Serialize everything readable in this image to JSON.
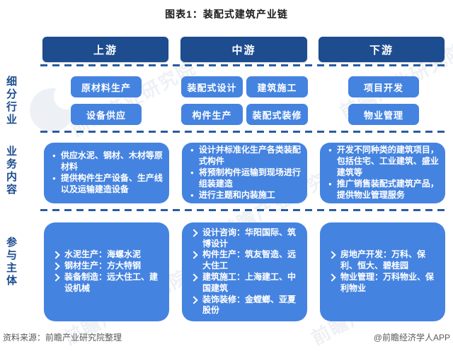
{
  "title": "图表1：装配式建筑产业链",
  "colors": {
    "header_blue": "#1d4c8f",
    "box_blue": "#4583e0",
    "dash_blue": "#2a5ba0",
    "label_blue": "#1d4c8f",
    "footer_gray": "#595959"
  },
  "columns": {
    "upstream": "上游",
    "midstream": "中游",
    "downstream": "下游"
  },
  "row_labels": {
    "segments": "细分行业",
    "business": "业务内容",
    "participants": "参与主体"
  },
  "segments": {
    "upstream": [
      "原材料生产",
      "设备供应"
    ],
    "midstream": [
      "装配式设计",
      "建筑施工",
      "构件生产",
      "装配式装修"
    ],
    "downstream": [
      "项目开发",
      "物业管理"
    ]
  },
  "business": {
    "upstream": [
      "供应水泥、钢材、木材等原材料",
      "提供构件生产设备、生产线以及运输建造设备"
    ],
    "midstream": [
      "设计并标准化生产各类装配式构件",
      "将预制构件运输到现场进行组装建造",
      "进行主题和内装施工"
    ],
    "downstream": [
      "开发不同种类的建筑项目，包括住宅、工业建筑、盛业建筑等",
      "推广销售装配式建筑产品，提供物业管理服务"
    ]
  },
  "participants": {
    "upstream": [
      "水泥生产：海螺水泥",
      "钢材生产：方大特钢",
      "装备制造：远大住工、建设机械"
    ],
    "midstream": [
      "设计咨询：华阳国际、筑博设计",
      "构件生产：筑友智造、远大住工",
      "建筑施工：上海建工、中国建筑",
      "装饰装修：金螳螂、亚夏股份"
    ],
    "downstream": [
      "房地产开发：万科、保利、恒大、碧桂园",
      "物业管理：万科物业、保利物业"
    ]
  },
  "bullets": {
    "dot": "●"
  },
  "watermark": {
    "text": "前瞻产业研究院"
  },
  "footer": {
    "source": "资料来源：前瞻产业研究院整理",
    "credit": "@前瞻经济学人APP"
  }
}
